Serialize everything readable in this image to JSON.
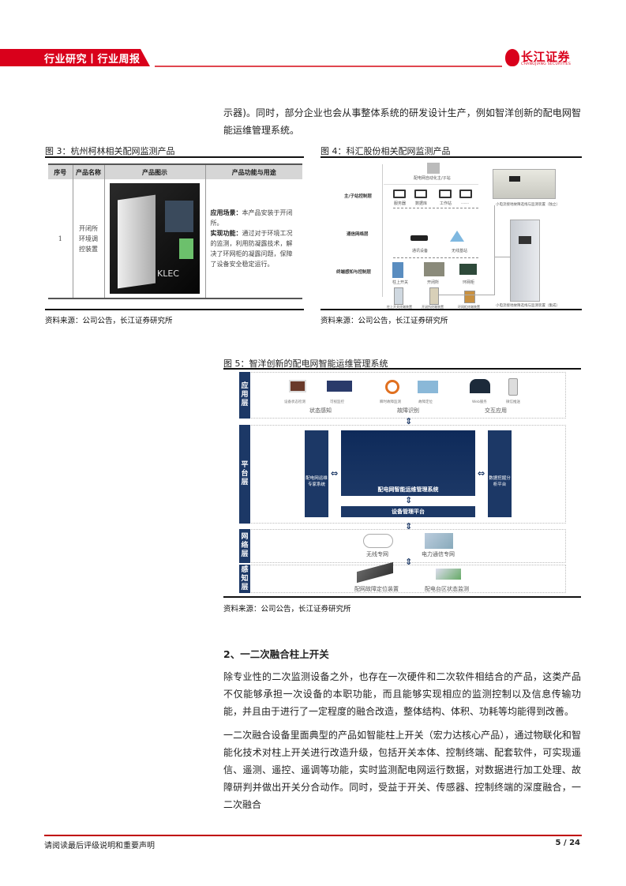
{
  "header": {
    "section": "行业研究丨行业周报",
    "logo_cn": "长江证券",
    "logo_en": "CHANGJIANG SECURITIES",
    "accent": "#d9001b"
  },
  "intro": "示器)。同时，部分企业也会从事整体系统的研发设计生产，例如智洋创新的配电网智能运维管理系统。",
  "fig3": {
    "caption": "图 3：杭州柯林相关配网监测产品",
    "columns": [
      "序号",
      "产品名称",
      "产品图示",
      "产品功能与用途"
    ],
    "rows": [
      {
        "no": "1",
        "name": "开闭所环境调控装置",
        "image_text": "KLEC",
        "scene_label": "应用场景：",
        "scene": "本产品安装于开闭所。",
        "func_label": "实现功能：",
        "func": "通过对于环境工况的监测，利用防凝露技术，解决了环网柜的凝露问题，保障了设备安全稳定运行。"
      }
    ],
    "source": "资料来源：公司公告，长江证券研究所"
  },
  "fig4": {
    "caption": "图 4：科汇股份相关配网监测产品",
    "station": "配电网自动化主/子站",
    "layers": [
      "主/子站控制层",
      "通信网络层",
      "终端感知与控制层"
    ],
    "devices": [
      "服务器",
      "数据库",
      "工作站",
      "……",
      "通讯设备",
      "无线基站",
      "柱上开关",
      "开闭所",
      "环网柜",
      "柱上开关终端装置",
      "开闭所终端装置",
      "环网柜终端装置"
    ],
    "device_standalone": "小电流接地故障选线与监测装置（独立）",
    "device_integrated": "小电流接地故障选线与监测装置（集成）",
    "source": "资料来源：公司公告，长江证券研究所"
  },
  "fig5": {
    "caption": "图 5：智洋创新的配电网智能运维管理系统",
    "layers": [
      "应用层",
      "平台层",
      "网络层",
      "感知层"
    ],
    "app_items": [
      "设备状态检测",
      "可视监控",
      "瞬时故障监测",
      "故障定位",
      "Web服务",
      "微信推送"
    ],
    "app_groups": [
      "状态感知",
      "故障识别",
      "交互应用"
    ],
    "expert": "配电网运维专家系统",
    "main_system": "配电网智能运维管理系统",
    "device_platform": "设备管理平台",
    "data_platform": "数据挖掘分析平台",
    "network": [
      "无线专网",
      "电力通信专网"
    ],
    "sensing": [
      "配网故障定位装置",
      "配电台区状态监测"
    ],
    "source": "资料来源：公司公告，长江证券研究所"
  },
  "section": {
    "heading": "2、一二次融合柱上开关",
    "paragraphs": [
      "除专业性的二次监测设备之外，也存在一次硬件和二次软件相结合的产品，这类产品不仅能够承担一次设备的本职功能，而且能够实现相应的监测控制以及信息传输功能，并且由于进行了一定程度的融合改造，整体结构、体积、功耗等均能得到改善。",
      "一二次融合设备里面典型的产品如智能柱上开关（宏力达核心产品），通过物联化和智能化技术对柱上开关进行改造升级，包括开关本体、控制终端、配套软件，可实现遥信、遥测、遥控、遥调等功能，实时监测配电网运行数据，对数据进行加工处理、故障研判并做出开关分合动作。同时，受益于开关、传感器、控制终端的深度融合，一二次融合"
    ]
  },
  "footer": {
    "disclaimer": "请阅读最后评级说明和重要声明",
    "page": "5 / 24"
  }
}
